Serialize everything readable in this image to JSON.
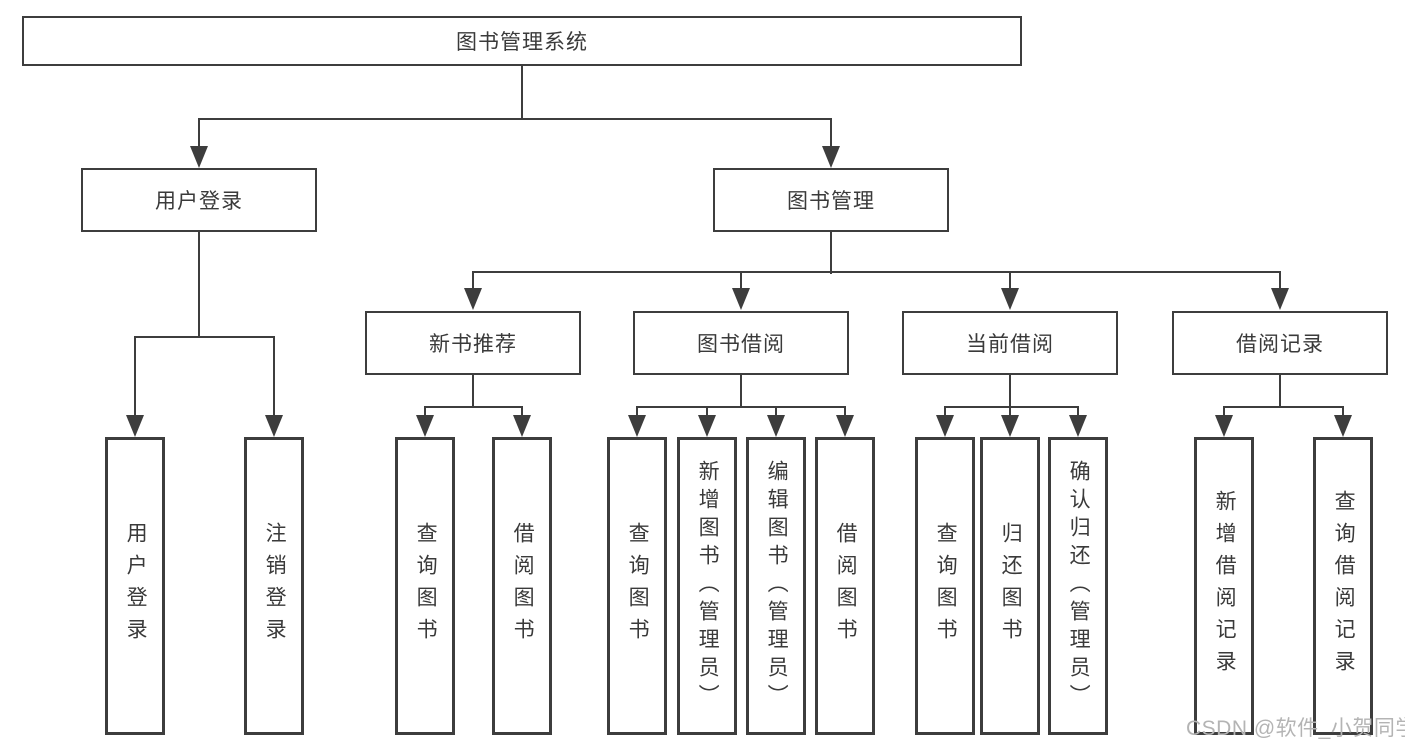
{
  "diagram": {
    "root": {
      "label": "图书管理系统"
    },
    "level2": [
      {
        "id": "user-login",
        "label": "用户登录"
      },
      {
        "id": "book-management",
        "label": "图书管理"
      }
    ],
    "level3": [
      {
        "id": "new-book-recommend",
        "label": "新书推荐"
      },
      {
        "id": "book-borrow",
        "label": "图书借阅"
      },
      {
        "id": "current-borrow",
        "label": "当前借阅"
      },
      {
        "id": "borrow-records",
        "label": "借阅记录"
      }
    ],
    "leaves": [
      {
        "id": "user-login",
        "label": "用户登录",
        "parent": "用户登录"
      },
      {
        "id": "logout",
        "label": "注销登录",
        "parent": "用户登录"
      },
      {
        "id": "query-books-recommend",
        "label": "查询图书",
        "parent": "新书推荐"
      },
      {
        "id": "borrow-books-recommend",
        "label": "借阅图书",
        "parent": "新书推荐"
      },
      {
        "id": "query-books-borrow",
        "label": "查询图书",
        "parent": "图书借阅"
      },
      {
        "id": "add-books-admin",
        "label": "新增图书（管理员）",
        "parent": "图书借阅"
      },
      {
        "id": "edit-books-admin",
        "label": "编辑图书（管理员）",
        "parent": "图书借阅"
      },
      {
        "id": "borrow-books",
        "label": "借阅图书",
        "parent": "图书借阅"
      },
      {
        "id": "query-books-current",
        "label": "查询图书",
        "parent": "当前借阅"
      },
      {
        "id": "return-books",
        "label": "归还图书",
        "parent": "当前借阅"
      },
      {
        "id": "confirm-return-admin",
        "label": "确认归还（管理员）",
        "parent": "当前借阅"
      },
      {
        "id": "add-borrow-record",
        "label": "新增借阅记录",
        "parent": "借阅记录"
      },
      {
        "id": "query-borrow-record",
        "label": "查询借阅记录",
        "parent": "借阅记录"
      }
    ],
    "colors": {
      "line": "#3d3d3d",
      "text": "#3a3a3a",
      "box_fill": "#ffffff",
      "watermark_text": "#b4b4b4"
    },
    "watermark": "CSDN @软件_小贺同学"
  }
}
